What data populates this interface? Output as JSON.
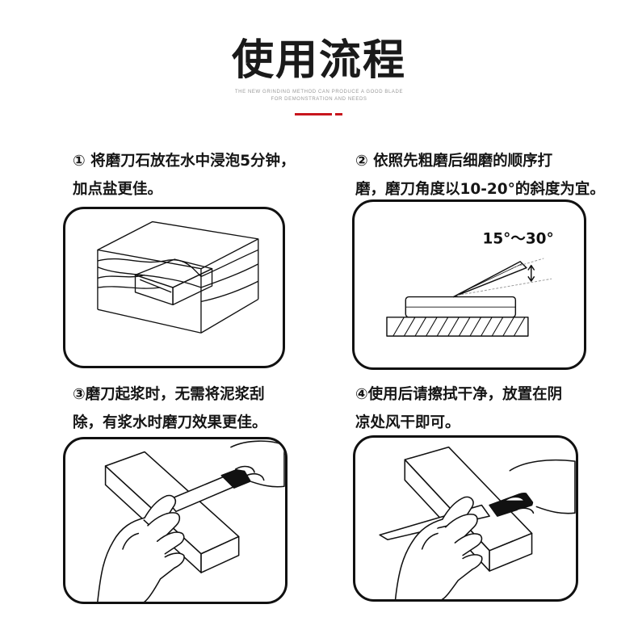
{
  "header": {
    "title": "使用流程",
    "subtitle_line1": "THE NEW GRINDING METHOD CAN PRODUCE A GOOD BLADE",
    "subtitle_line2": "FOR DEMONSTRATION AND NEEDS",
    "accent_color": "#c8161d"
  },
  "steps": [
    {
      "lines": [
        "① 将磨刀石放在水中浸泡5分钟，",
        "加点盐更佳。"
      ]
    },
    {
      "lines": [
        "② 依照先粗磨后细磨的顺序打",
        "磨，磨刀角度以10-20°的斜度为宜。"
      ],
      "angle_label": "15°～30°"
    },
    {
      "lines": [
        "③磨刀起浆时，无需将泥浆刮",
        "除，有浆水时磨刀效果更佳。"
      ]
    },
    {
      "lines": [
        "④使用后请擦拭干净，放置在阴",
        "凉处风干即可。"
      ]
    }
  ]
}
